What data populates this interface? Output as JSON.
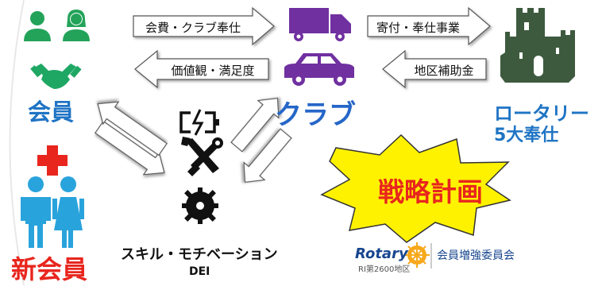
{
  "arrows": {
    "membership_fee": "会費・クラブ奉仕",
    "values_satisfaction": "価値観・満足度",
    "donation_service": "寄付・奉仕事業",
    "district_grant": "地区補助金"
  },
  "labels": {
    "member": "会員",
    "plus": "+",
    "new_member": "新会員",
    "club": "クラブ",
    "rotary_line1": "ロータリー",
    "rotary_line2": "5大奉仕",
    "skills_motivation": "スキル・モチベーション",
    "dei": "DEI",
    "strategic_plan": "戦略計画"
  },
  "footer": {
    "rotary_word": "Rotary",
    "district": "RI第2600地区",
    "committee": "会員増強委員会"
  },
  "colors": {
    "member_green": "#23a35a",
    "handshake_green": "#1ea763",
    "club_purple": "#7030a0",
    "castle_green": "#3d5a3e",
    "member_blue": "#1f74c4",
    "new_member_cyan": "#29a3dc",
    "plus_red": "#e8261e",
    "burst_yellow": "#fff200",
    "rotary_gold": "#f7a81b",
    "rotary_navy": "#17458f"
  },
  "icons": [
    "person-icon",
    "handshake-icon",
    "truck-icon",
    "car-icon",
    "castle-icon",
    "battery-charge-icon",
    "wrench-screwdriver-icon",
    "gear-icon",
    "rotary-wheel-icon"
  ]
}
